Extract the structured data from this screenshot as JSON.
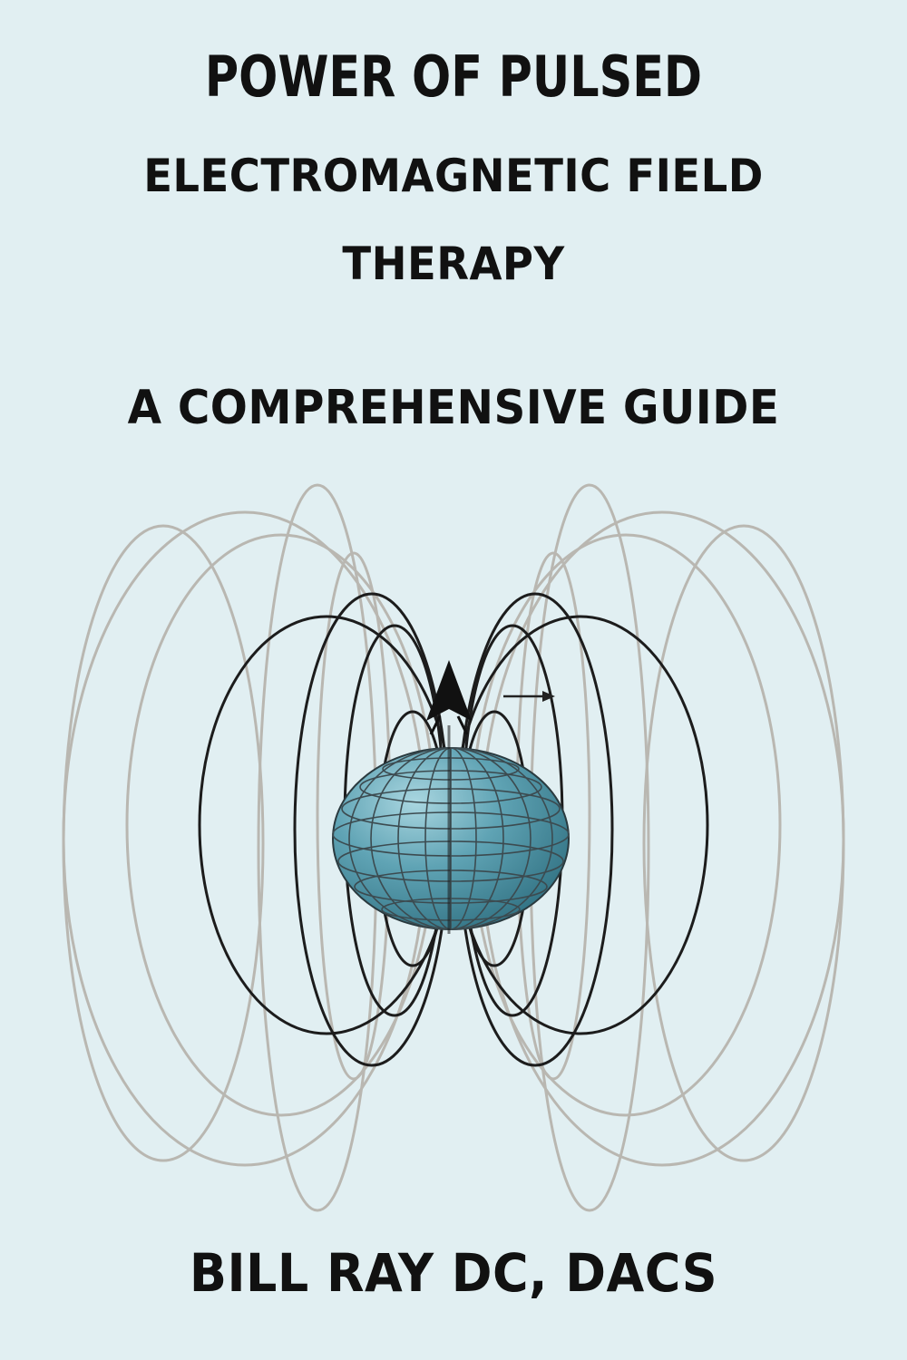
{
  "cover": {
    "title_line1": "POWER OF PULSED",
    "title_line2": "ELECTROMAGNETIC FIELD",
    "title_line3": "THERAPY",
    "subtitle": "A COMPREHENSIVE GUIDE",
    "author": "BILL RAY DC, DACS"
  },
  "illustration": {
    "icon": "magnetic-dipole-field-icon",
    "colors": {
      "background": "#e1eff2",
      "inner_field_lines": "#1a1a1a",
      "outer_field_lines": "#b8b6b0",
      "sphere_light": "#8cc3d1",
      "sphere_dark": "#2f7283"
    }
  }
}
